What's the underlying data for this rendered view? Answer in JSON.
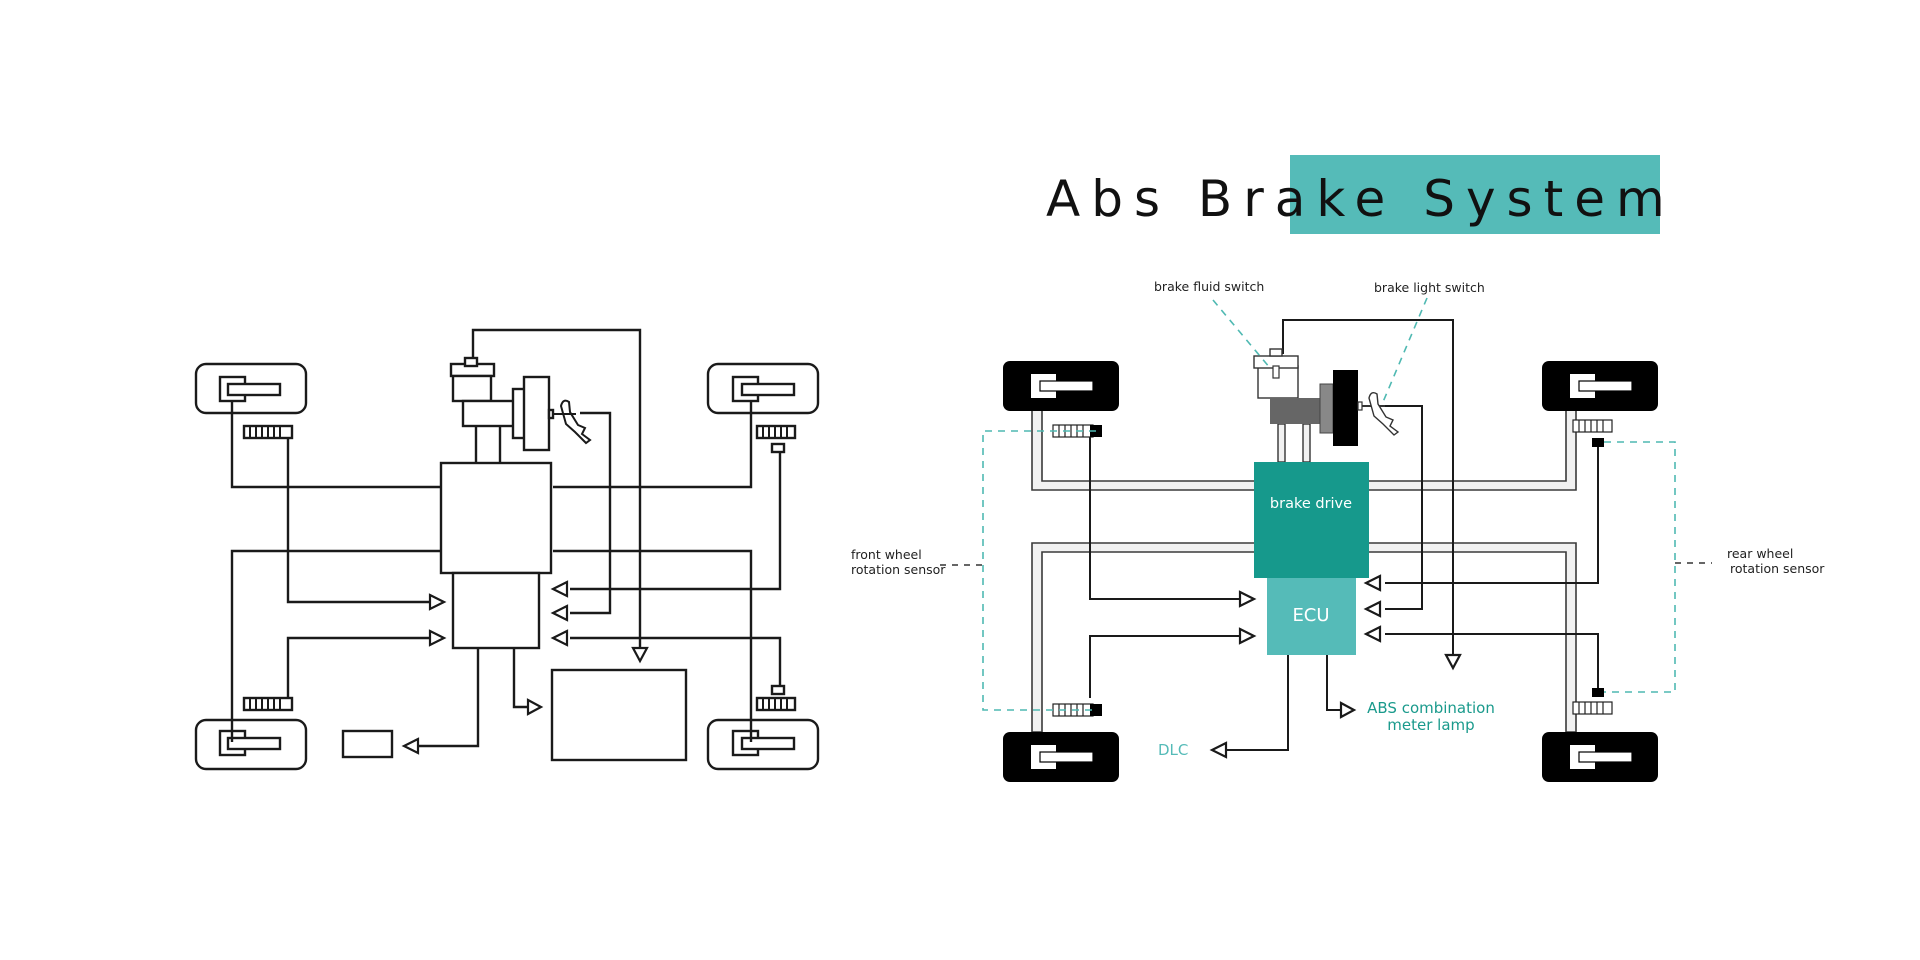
{
  "title": {
    "text": "Abs Brake System",
    "accent_color": "#55bbb8",
    "text_color": "#111111"
  },
  "colors": {
    "brake_drive": "#16998c",
    "ecu": "#55bbb8",
    "label_teal_dark": "#1a9a8c",
    "label_teal_light": "#55bbb8",
    "sensor_leader": "#4fb9b2",
    "wheel_fill": "#000000",
    "master_cylinder_gray": "#666666",
    "booster_gray": "#888888"
  },
  "left_diagram": {
    "style": "outline",
    "components": [
      "wheel-front-left",
      "wheel-front-right",
      "wheel-rear-left",
      "wheel-rear-right",
      "front-left-sensor",
      "front-right-sensor",
      "rear-left-sensor",
      "rear-right-sensor",
      "master-cylinder",
      "brake-booster",
      "brake-pedal",
      "brake-drive-block",
      "ecu-block",
      "meter-lamp-block",
      "dlc-block"
    ]
  },
  "right_diagram": {
    "style": "colored",
    "labels": {
      "brake_fluid_switch": "brake fluid switch",
      "brake_light_switch": "brake light switch",
      "brake_drive": "brake drive",
      "ecu": "ECU",
      "front_sensor_line1": "front wheel",
      "front_sensor_line2": "rotation sensor",
      "rear_sensor_line1": "rear wheel",
      "rear_sensor_line2": "rotation sensor",
      "abs_lamp_line1": "ABS combination",
      "abs_lamp_line2": "meter lamp",
      "dlc": "DLC"
    }
  }
}
